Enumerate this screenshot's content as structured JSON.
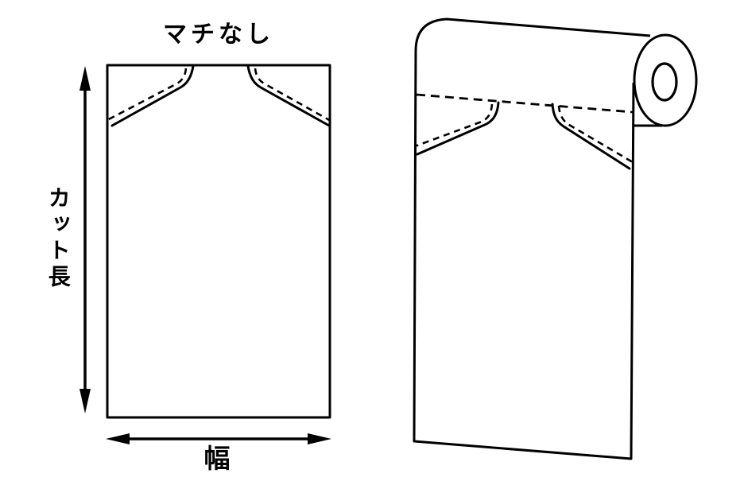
{
  "figure": {
    "background_color": "#ffffff",
    "line_color": "#000000",
    "labels": {
      "gusset": "マチなし",
      "cut_length": "カット長",
      "width": "幅"
    },
    "icons": {
      "left": "flat-apron-sheet-diagram",
      "right": "apron-roll-diagram"
    }
  }
}
